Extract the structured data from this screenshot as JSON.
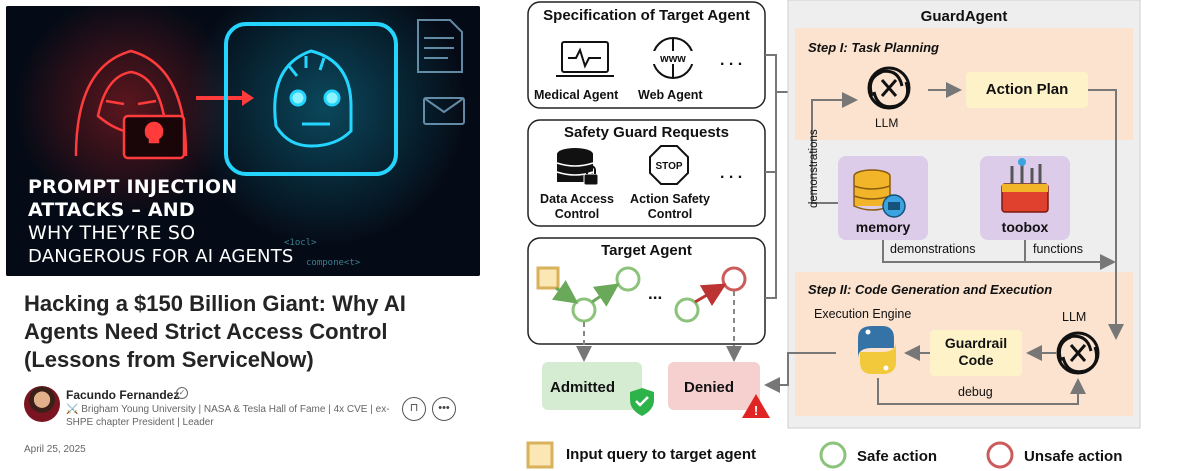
{
  "article": {
    "hero": {
      "headline_lines": [
        "PROMPT INJECTION",
        "ATTACKS – AND",
        "WHY THEY’RE SO",
        "DANGEROUS FOR AI AGENTS"
      ],
      "code_line_1": "<1ocl>",
      "code_line_2": "compone<t>"
    },
    "title": "Hacking a $150 Billion Giant: Why AI Agents Need Strict Access Control (Lessons from ServiceNow)",
    "author": {
      "name": "Facundo Fernandez",
      "bio": "⚔️ Brigham Young University | NASA & Tesla Hall of Fame | 4x CVE | ex-SHPE chapter President | Leader"
    },
    "date": "April 25, 2025"
  },
  "diagram": {
    "spec_box": {
      "title": "Specification of Target Agent",
      "item1": "Medical Agent",
      "item2": "Web Agent",
      "more": ". . ."
    },
    "safety_box": {
      "title": "Safety Guard Requests",
      "item1_l1": "Data Access",
      "item1_l2": "Control",
      "item2_l1": "Action Safety",
      "item2_l2": "Control",
      "more": ". . ."
    },
    "target_box": {
      "title": "Target Agent",
      "more": "..."
    },
    "admitted": "Admitted",
    "denied": "Denied",
    "guard": {
      "title": "GuardAgent",
      "step1": "Step I: Task Planning",
      "llm1": "LLM",
      "action_plan": "Action Plan",
      "demonstrations_vertical": "demonstrations",
      "memory": "memory",
      "toolbox": "toobox",
      "demonstrations": "demonstrations",
      "functions": "functions",
      "step2": "Step II: Code Generation and Execution",
      "execution_engine": "Execution Engine",
      "guardrail_l1": "Guardrail",
      "guardrail_l2": "Code",
      "llm2": "LLM",
      "debug": "debug"
    },
    "legend": {
      "input": "Input query to target agent",
      "safe": "Safe action",
      "unsafe": "Unsafe action"
    },
    "colors": {
      "panel_bg": "#eeeeee",
      "step_bg": "#fbe3cf",
      "plan_bg": "#fdf2c8",
      "admitted_bg": "#d5ecd3",
      "denied_bg": "#f6cfcf",
      "safe": "#8cc37a",
      "unsafe": "#cc5c5c",
      "input": "#d8b25a"
    }
  }
}
